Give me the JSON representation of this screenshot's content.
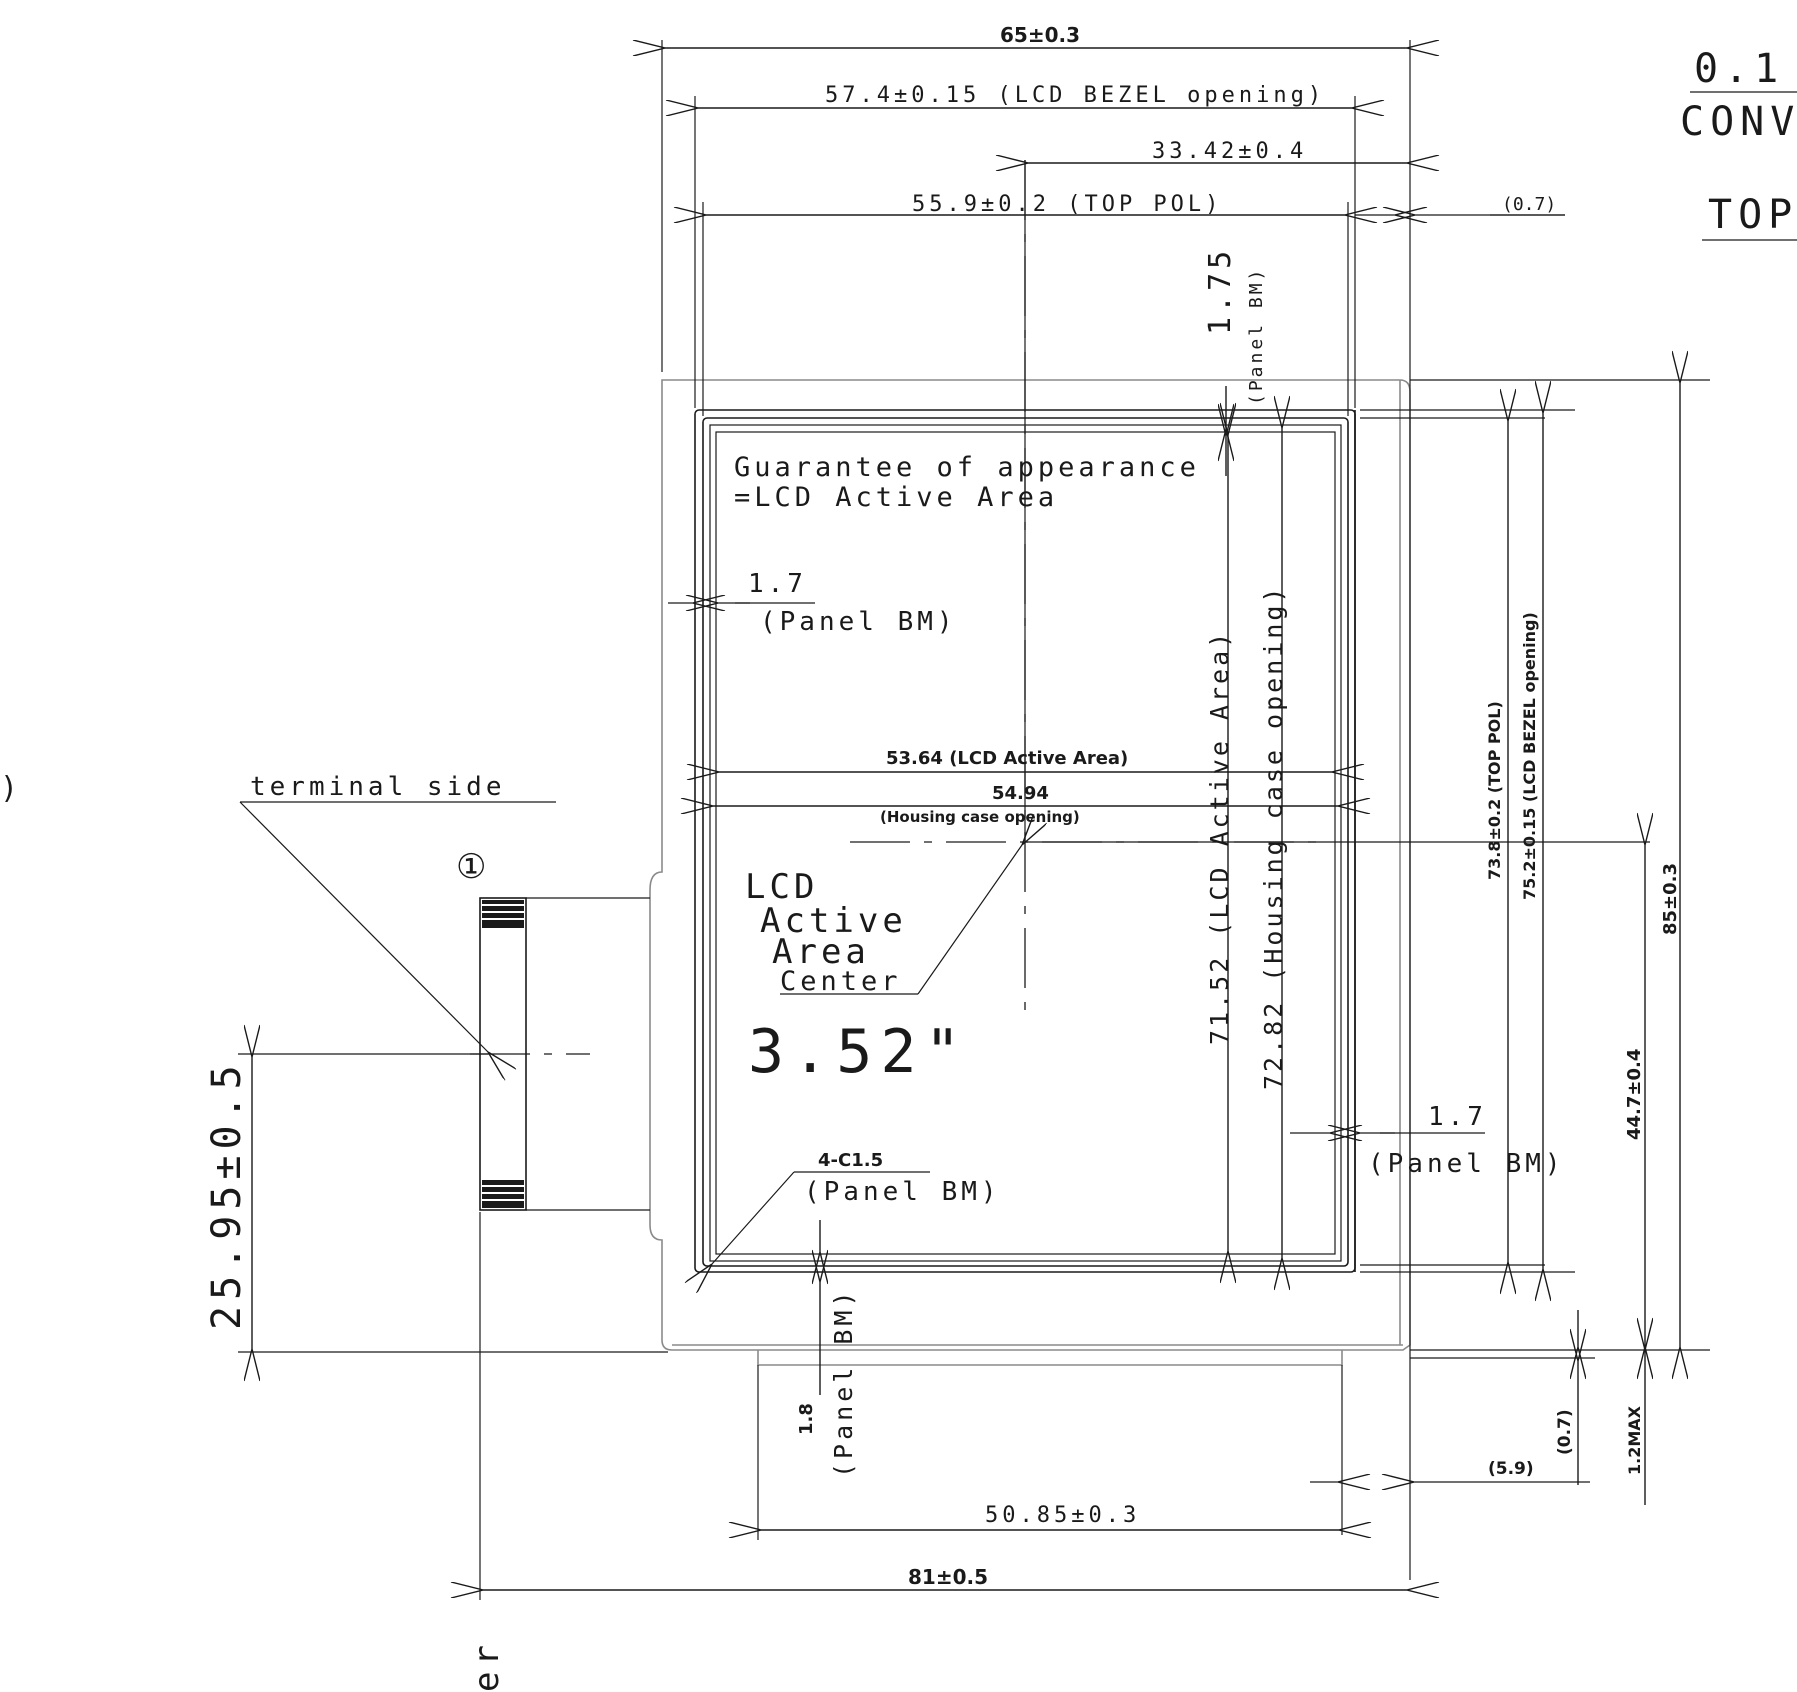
{
  "title_lines": [
    "0.1",
    "CONV",
    "TOP"
  ],
  "dims": {
    "width_65": "65±0.3",
    "bezel_opening_w": "57.4±0.15 (LCD BEZEL opening)",
    "offset_33": "33.42±0.4",
    "top_pol_w": "55.9±0.2 (TOP POL)",
    "gap_07_top": "(0.7)",
    "panel_bm_175_value": "1.75",
    "panel_bm_175_label": "(Panel BM)",
    "guarantee_line1": "Guarantee of appearance",
    "guarantee_line2": "=LCD Active Area",
    "panel_bm_17_left_value": "1.7",
    "panel_bm_17_left_label": "(Panel BM)",
    "active_area_w": "53.64 (LCD Active Area)",
    "housing_w_value": "54.94",
    "housing_w_label": "(Housing case opening)",
    "active_center_1": "LCD",
    "active_center_2": "Active",
    "active_center_3": "Area",
    "active_center_4": "Center",
    "diagonal": "3.52\"",
    "active_area_h": "71.52 (LCD Active Area)",
    "housing_h": "72.82 (Housing case opening)",
    "panel_bm_17_right_value": "1.7",
    "panel_bm_17_right_label": "(Panel BM)",
    "chamfer_value": "4-C1.5",
    "chamfer_label": "(Panel BM)",
    "panel_bm_18_value": "1.8",
    "panel_bm_18_label": "(Panel BM)",
    "top_pol_h": "73.8±0.2 (TOP POL)",
    "bezel_opening_h": "75.2±0.15 (LCD BEZEL opening)",
    "height_85": "85±0.3",
    "offset_447": "44.7±0.4",
    "gap_07_bottom": "(0.7)",
    "max_12": "1.2MAX",
    "offset_59": "(5.9)",
    "width_5085": "50.85±0.3",
    "width_81": "81±0.5",
    "fpc_offset": "25.95±0.5",
    "terminal_side": "terminal side",
    "pin_one": "①",
    "left_edge_fragment": ")",
    "bottom_edge_fragment": "er"
  }
}
